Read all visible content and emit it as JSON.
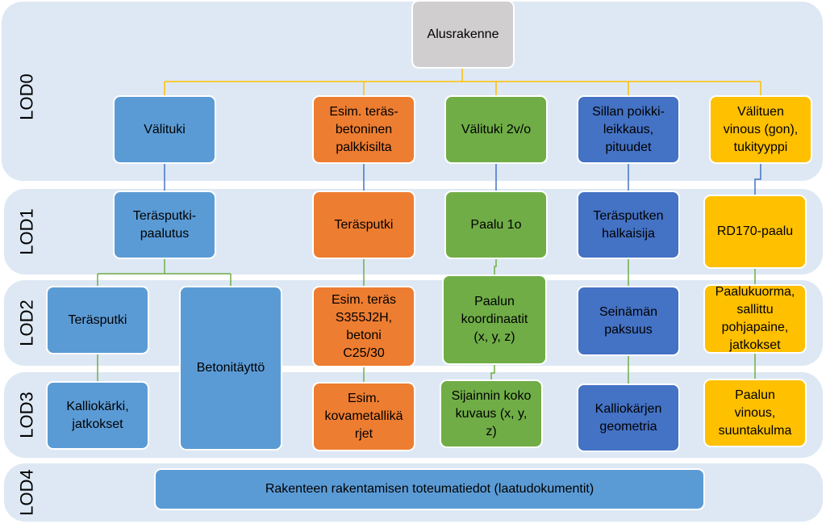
{
  "colors": {
    "band": "#dde8f4",
    "gray": "#d0cece",
    "lightblue": "#5b9bd5",
    "orange": "#ed7d31",
    "green": "#70ad47",
    "darkblue": "#4472c4",
    "yellow": "#ffc000",
    "connector_gold": "#ffc000",
    "connector_blue": "#4472c4",
    "connector_green": "#70ad47"
  },
  "levels": {
    "lod0": "LOD0",
    "lod1": "LOD1",
    "lod2": "LOD2",
    "lod3": "LOD3",
    "lod4": "LOD4"
  },
  "nodes": {
    "root": "Alusrakenne",
    "c1_lod0": "Välituki",
    "c2_lod0": "Esim. teräs-\nbetoninen\npalkkisilta",
    "c3_lod0": "Välituki 2v/o",
    "c4_lod0": "Sillan poikki-\nleikkaus,\npituudet",
    "c5_lod0": "Välituen\nvinous (gon),\ntukityyppi",
    "c1_lod1": "Teräsputki-\npaalutus",
    "c2_lod1": "Teräsputki",
    "c3_lod1": "Paalu 1o",
    "c4_lod1": "Teräsputken\nhalkaisija",
    "c5_lod1": "RD170-paalu",
    "c1a_lod2": "Teräsputki",
    "c1b_lod23": "Betonitäyttö",
    "c2_lod2": "Esim. teräs\nS355J2H,\nbetoni\nC25/30",
    "c3_lod2": "Paalun\nkoordinaatit\n(x, y, z)",
    "c4_lod2": "Seinämän\npaksuus",
    "c5_lod2": "Paalukuorma,\nsallittu\npohjapaine,\njatkokset",
    "c1_lod3": "Kalliokärki,\njatkokset",
    "c2_lod3": "Esim.\nkovametallikä\nrjet",
    "c3_lod3": "Sijainnin koko\nkuvaus (x, y,\nz)",
    "c4_lod3": "Kalliokärjen\ngeometria",
    "c5_lod3": "Paalun\nvinous,\nsuuntakulma",
    "lod4": "Rakenteen rakentamisen toteumatiedot (laatudokumentit)"
  }
}
